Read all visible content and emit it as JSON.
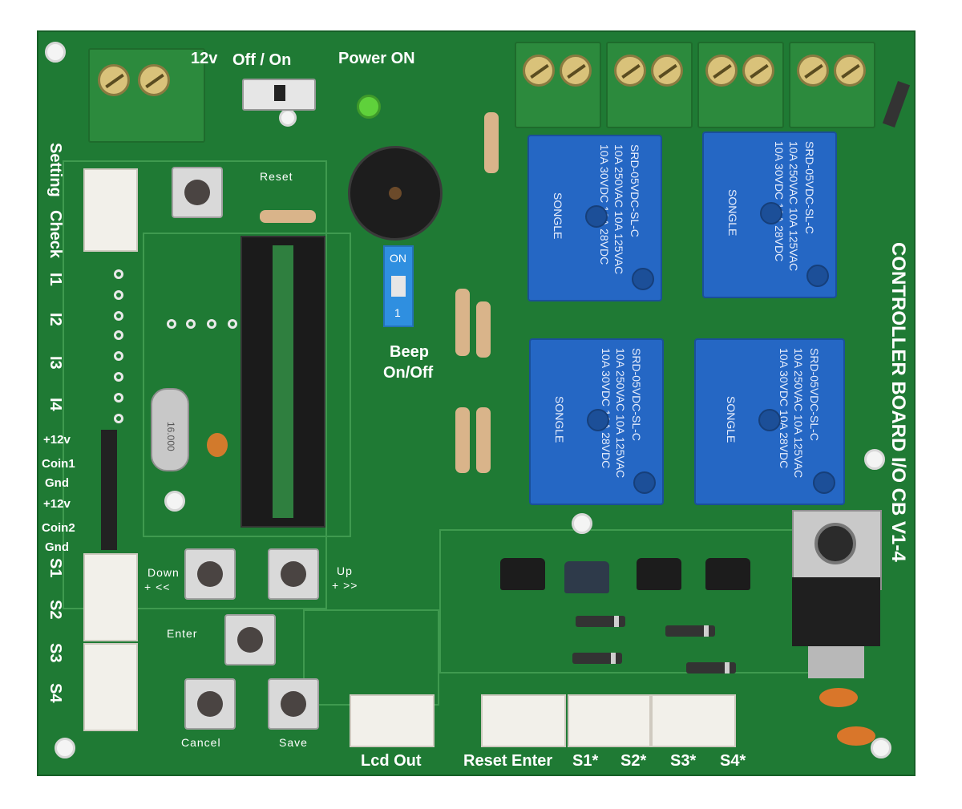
{
  "board": {
    "title": "CONTROLLER BOARD I/O CB V1-4",
    "labels": {
      "power_top": "Power ON",
      "off_on": "Off / On",
      "v12_top": "12v",
      "setting": "Setting",
      "check": "Check",
      "i1": "I1",
      "i2": "I2",
      "i3": "I3",
      "i4": "I4",
      "p12v_1": "+12v",
      "coin1": "Coin1",
      "gnd1": "Gnd",
      "p12v_2": "+12v",
      "coin2": "Coin2",
      "gnd2": "Gnd",
      "s1": "S1",
      "s2": "S2",
      "s3": "S3",
      "s4": "S4",
      "reset_btn": "Reset",
      "down_btn": "Down",
      "down_sub": "+ <<",
      "up_btn": "Up",
      "up_sub": "+ >>",
      "enter_btn": "Enter",
      "cancel_btn": "Cancel",
      "save_btn": "Save",
      "beep": "Beep",
      "beep_onoff": "On/Off",
      "dip_on": "ON",
      "dip_1": "1",
      "lcd_out": "Lcd Out",
      "reset_enter": "Reset Enter",
      "s1_star": "S1*",
      "s2_star": "S2*",
      "s3_star": "S3*",
      "s4_star": "S4*"
    },
    "relays": [
      {
        "brand": "SONGLE",
        "line1": "10A 250VAC  10A 125VAC",
        "line2": "10A 30VDC  10A 28VDC",
        "model": "SRD-05VDC-SL-C"
      },
      {
        "brand": "SONGLE",
        "line1": "10A 250VAC  10A 125VAC",
        "line2": "10A 30VDC  10A 28VDC",
        "model": "SRD-05VDC-SL-C"
      },
      {
        "brand": "SONGLE",
        "line1": "10A 250VAC  10A 125VAC",
        "line2": "10A 30VDC  10A 28VDC",
        "model": "SRD-05VDC-SL-C"
      },
      {
        "brand": "SONGLE",
        "line1": "10A 250VAC  10A 125VAC",
        "line2": "10A 30VDC  10A 28VDC",
        "model": "SRD-05VDC-SL-C"
      }
    ],
    "crystal": "16.000",
    "colors": {
      "pcb": "#1f7a34",
      "relay": "#2567c4",
      "terminal": "#2c8a3d",
      "led": "#5fd13b",
      "dip": "#2f8fe0"
    }
  }
}
